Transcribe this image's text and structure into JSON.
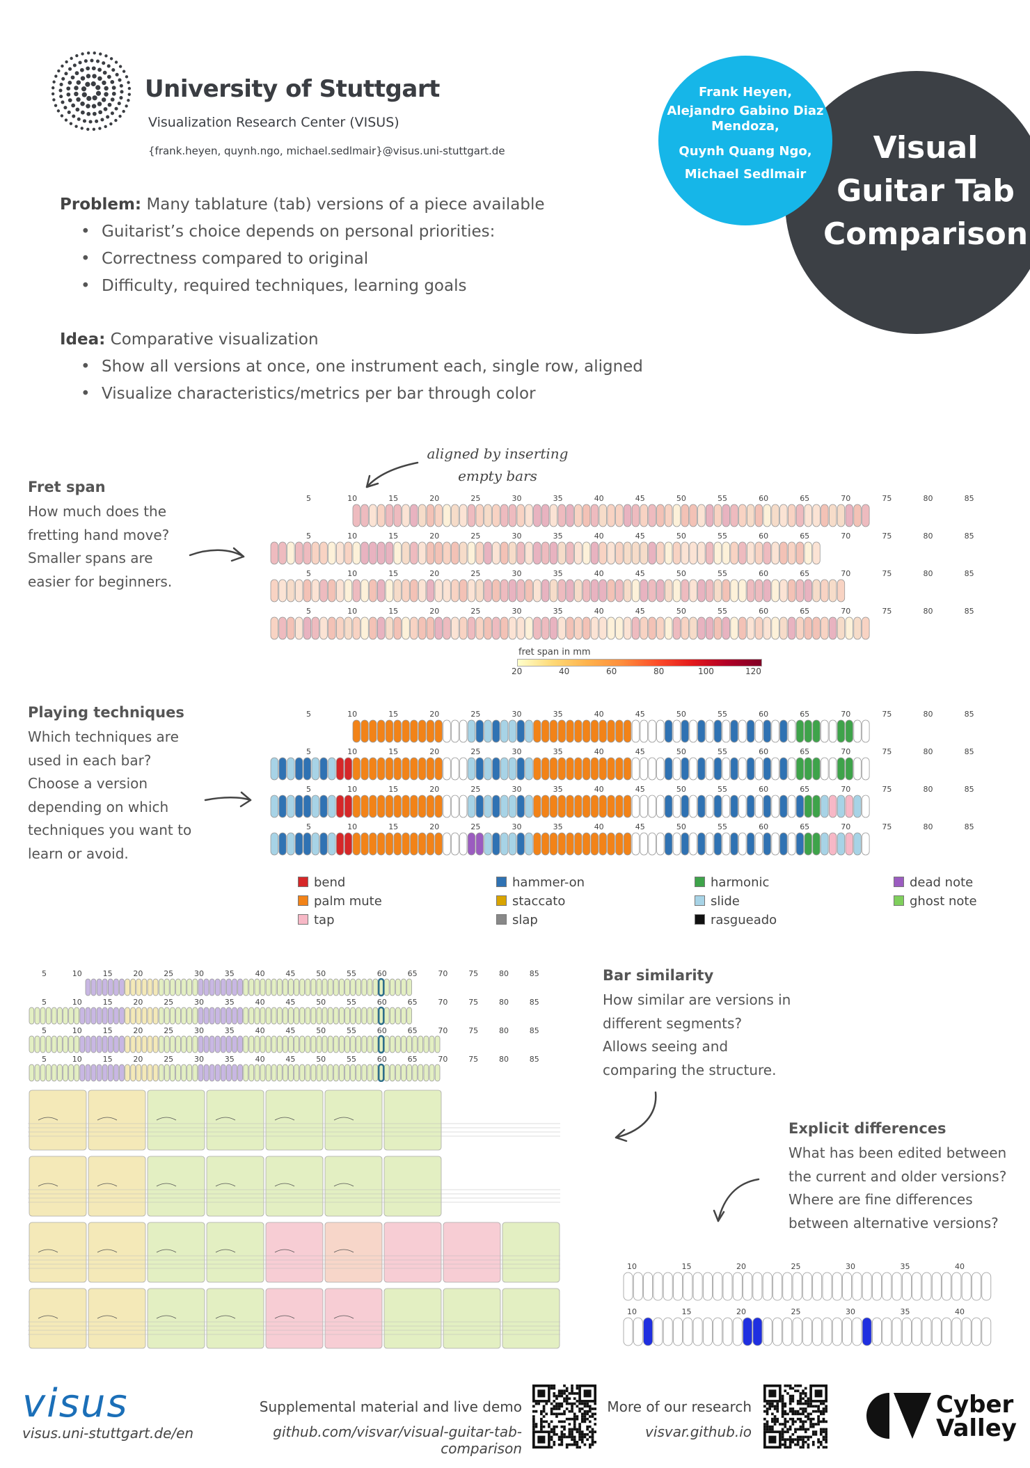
{
  "header": {
    "university": "University of Stuttgart",
    "center": "Visualization Research Center (VISUS)",
    "emails": "{frank.heyen, quynh.ngo, michael.sedlmair}@visus.uni-stuttgart.de",
    "authors": [
      "Frank Heyen,",
      "Alejandro Gabino Diaz",
      "Mendoza,",
      "Quynh Quang Ngo,",
      "Michael Sedlmair"
    ],
    "title_lines": [
      "Visual",
      "Guitar Tab",
      "Comparison"
    ]
  },
  "problem": {
    "label": "Problem:",
    "text": "Many tablature (tab) versions of a piece available",
    "bullets": [
      "Guitarist’s choice depends on personal priorities:",
      "Correctness compared to original",
      "Difficulty, required techniques, learning goals"
    ]
  },
  "idea": {
    "label": "Idea:",
    "text": "Comparative visualization",
    "bullets": [
      "Show all versions at once, one instrument each, single row, aligned",
      "Visualize characteristics/metrics per bar through color"
    ]
  },
  "fret_span": {
    "title": "Fret span",
    "lines": [
      "How much does the",
      "fretting hand move?",
      "Smaller spans are",
      "easier for beginners."
    ],
    "annotation": [
      "aligned by inserting",
      "empty bars"
    ],
    "colorbar_title": "fret span in mm",
    "colorbar_ticks": [
      "20",
      "40",
      "60",
      "80",
      "100",
      "120"
    ],
    "bar_numbers": [
      "5",
      "10",
      "15",
      "20",
      "25",
      "30",
      "35",
      "40",
      "45",
      "50",
      "55",
      "60",
      "65",
      "70",
      "75",
      "80",
      "85"
    ]
  },
  "techniques": {
    "title": "Playing techniques",
    "lines": [
      "Which techniques are",
      "used in each bar?",
      "Choose a version",
      "depending on which",
      "techniques you want to",
      "learn or avoid."
    ],
    "legend": [
      {
        "label": "bend",
        "color": "#d62728"
      },
      {
        "label": "hammer-on",
        "color": "#2f72b3"
      },
      {
        "label": "harmonic",
        "color": "#3ea34a"
      },
      {
        "label": "dead note",
        "color": "#9b5cc0"
      },
      {
        "label": "palm mute",
        "color": "#f28318"
      },
      {
        "label": "staccato",
        "color": "#d9a400"
      },
      {
        "label": "slide",
        "color": "#a7d3e6"
      },
      {
        "label": "ghost note",
        "color": "#7fcf5c"
      },
      {
        "label": "tap",
        "color": "#f7b8c6"
      },
      {
        "label": "slap",
        "color": "#888888"
      },
      {
        "label": "rasgueado",
        "color": "#111111"
      }
    ]
  },
  "similarity": {
    "title": "Bar similarity",
    "lines": [
      "How similar are versions in",
      "different segments?",
      "Allows seeing and",
      "comparing the structure."
    ]
  },
  "differences": {
    "title": "Explicit differences",
    "lines": [
      "What has been edited between",
      "the current and older versions?",
      "Where are fine differences",
      "between alternative versions?"
    ],
    "bar_numbers": [
      "10",
      "15",
      "20",
      "25",
      "30",
      "35",
      "40"
    ]
  },
  "footer": {
    "visus_logo": "visus",
    "visus_url": "visus.uni-stuttgart.de/en",
    "supp_label": "Supplemental material and live demo",
    "supp_url": "github.com/visvar/visual-guitar-tab-comparison",
    "more_label": "More of our research",
    "more_url": "visvar.github.io",
    "cyber_lines": [
      "Cyber",
      "Valley"
    ]
  }
}
